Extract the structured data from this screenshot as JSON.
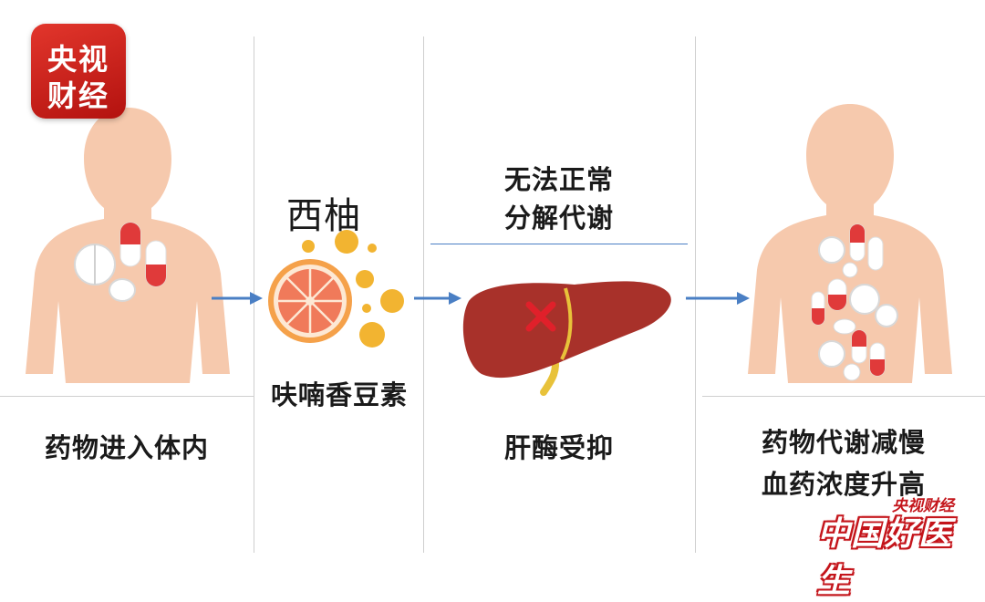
{
  "logo": {
    "line1": "央视",
    "line2": "财经"
  },
  "panel1": {
    "label": "药物进入体内"
  },
  "panel2": {
    "title": "西柚",
    "label": "呋喃香豆素"
  },
  "panel3": {
    "title_line1": "无法正常",
    "title_line2": "分解代谢",
    "label": "肝酶受抑"
  },
  "panel4": {
    "label_line1": "药物代谢减慢",
    "label_line2": "血药浓度升高"
  },
  "brand": {
    "main": "中国好医生",
    "sub": "央视财经"
  },
  "colors": {
    "body": "#f6c9ad",
    "arrow": "#4a7fc4",
    "liver": "#a8312a",
    "cross": "#e0202a",
    "logo": "#d2231c",
    "grapefruit": "#f07a5a",
    "bubble": "#f2b431"
  }
}
